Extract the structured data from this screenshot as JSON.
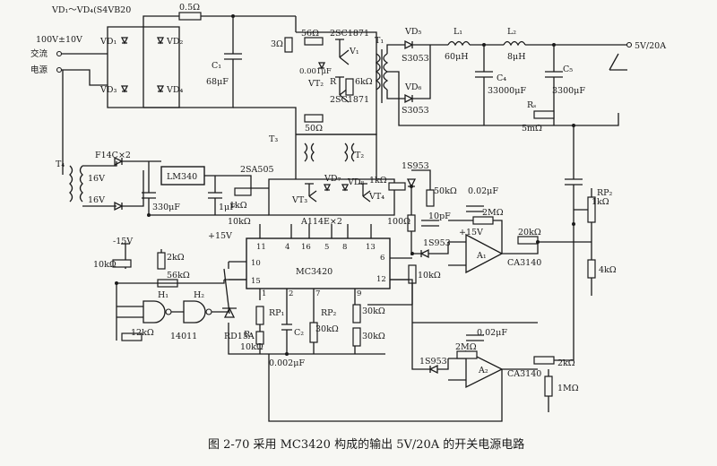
{
  "caption": "图 2-70  采用 MC3420 构成的输出 5V/20A 的开关电源电路",
  "labels": {
    "rectifier_label": "VD₁～VD₄(S4VB20",
    "r_input": "0.5Ω",
    "ac_voltage": "100V±10V",
    "ac_line1": "交流",
    "ac_line2": "电源",
    "vd1": "VD₁",
    "vd2": "VD₂",
    "vd3": "VD₃",
    "vd4": "VD₄",
    "c1": "C₁",
    "c1_val": "68μF",
    "r_3ohm": "3Ω",
    "r_56ohm": "56Ω",
    "q_top": "2SC1871",
    "v1": "V₁",
    "c_0001": "0.001μF",
    "vt2": "VT₂",
    "r_R": "R",
    "r_6k": "6kΩ",
    "q_bot": "2SC1871",
    "r_50ohm": "50Ω",
    "t1": "T₁",
    "vd5": "VD₅",
    "s3053_a": "S3053",
    "vd6": "VD₆",
    "s3053_b": "S3053",
    "l1": "L₁",
    "l1_val": "60μH",
    "l2": "L₂",
    "l2_val": "8μH",
    "c4": "C₄",
    "c4_val": "33000μF",
    "c5": "C₅",
    "c5_val": "3300μF",
    "output": "5V/20A",
    "rs": "Rₛ",
    "rs_val": "5mΩ",
    "t3": "T₃",
    "t4": "T₄",
    "t2": "T₂",
    "f14c": "F14C×2",
    "lm340": "LM340",
    "v16a": "16V",
    "v16b": "16V",
    "c330": "330μF",
    "c1uf": "1μF",
    "q_2sa505": "2SA505",
    "vd7": "VD₇",
    "vd8": "VD₈",
    "vt3": "VT₃",
    "vt4": "VT₄",
    "a114": "A114E×2",
    "r_1k_a": "1kΩ",
    "r_1k_b": "1kΩ",
    "r_10k_a": "10kΩ",
    "d_1s953_top": "1S953",
    "r_50k": "50kΩ",
    "c_002": "0.02μF",
    "r_100": "100Ω",
    "c_10p": "10pF",
    "r_2m_top": "2MΩ",
    "plus15_a": "+15V",
    "r_20k": "20kΩ",
    "rp2_right": "RP₂",
    "r_1k_c": "1kΩ",
    "minus15": "-15V",
    "plus15_b": "+15V",
    "r_10k_b": "10kΩ",
    "r_2k_a": "2kΩ",
    "r_56k": "56kΩ",
    "h1": "H₁",
    "h2": "H₂",
    "r_12k": "12kΩ",
    "ic_14011": "14011",
    "rd15a": "RD15A",
    "ic_name": "MC3420",
    "pin11": "11",
    "pin4": "4",
    "pin16": "16",
    "pin5": "5",
    "pin8": "8",
    "pin13": "13",
    "pin10": "10",
    "pin15": "15",
    "pin6": "6",
    "pin12": "12",
    "pin1": "1",
    "pin2": "2",
    "pin7": "7",
    "pin9": "9",
    "rp1": "RP₁",
    "r1": "R₁",
    "r_10k_c": "10kΩ",
    "c2": "C₂",
    "c_0002": "0.002μF",
    "rp2": "RP₂",
    "r_30k_a": "30kΩ",
    "r_30k_b": "30kΩ",
    "r_30k_c": "30kΩ",
    "d_1s953_mid": "1S953",
    "r_10k_d": "10kΩ",
    "a1": "A₁",
    "ca3140_a": "CA3140",
    "c_002_b": "0.02μF",
    "r_2m_b": "2MΩ",
    "d_1s953_bot": "1S953",
    "a2": "A₂",
    "ca3140_b": "CA3140",
    "r_2k_b": "2kΩ",
    "r_1m": "1MΩ",
    "r_4k": "4kΩ"
  }
}
